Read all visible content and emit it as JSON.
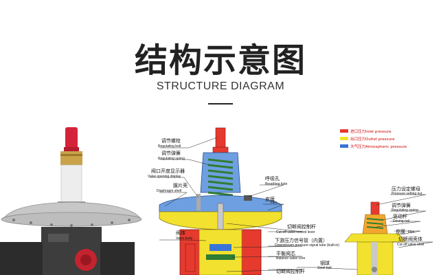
{
  "header": {
    "title": "结构示意图",
    "subtitle": "STRUCTURE DIAGRAM"
  },
  "legend": [
    {
      "text": "进口压力Inlet pressure",
      "color": "#e63a2e"
    },
    {
      "text": "出口压力Outlet pressure",
      "color": "#f2e12e"
    },
    {
      "text": "大气压力Atmospheric pressure",
      "color": "#3a74d6"
    }
  ],
  "labels": {
    "regulating_bolt_cn": "调节螺栓",
    "regulating_bolt_en": "Regulating bolt",
    "regulating_spring_cn": "调节弹簧",
    "regulating_spring_en": "Regulating spring",
    "valve_display_cn": "阀口开度显示器",
    "valve_display_en": "Valve opening display",
    "diaphragm_shell_cn": "膜片壳",
    "diaphragm_shell_en": "Diaphragm shell",
    "valve_body_cn": "阀体",
    "valve_body_en": "Valve body",
    "breathing_hole_cn": "呼吸孔",
    "breathing_hole_en": "Breathing hole",
    "film_cn": "皮膜",
    "film_en": "Film",
    "cutoff_lever_cn": "切断阀控制杆",
    "cutoff_lever_en": "Cut-off valve control lever",
    "signal_tube_cn": "下游压力信号管（内置）",
    "signal_tube_en": "Downstream pressure signal tube (built-in)",
    "balance_core_cn": "平衡阀芯",
    "balance_core_en": "Balance valve core",
    "cutoff_lever2_cn": "切断阀控制杆",
    "steel_ball_cn": "钢球",
    "steel_ball_en": "Steel ball",
    "setting_nut_cn": "压力设定螺母",
    "setting_nut_en": "Pressure setting nut",
    "regulating_spring2_cn": "调节弹簧",
    "regulating_spring2_en": "Regulating spring",
    "driving_rod_cn": "驱动杆",
    "driving_rod_en": "Driving rod",
    "film2_cn": "皮膜",
    "film2_en": "Film",
    "cutoff_shell_cn": "切断阀壳体",
    "cutoff_shell_en": "Cut off valve shell"
  }
}
